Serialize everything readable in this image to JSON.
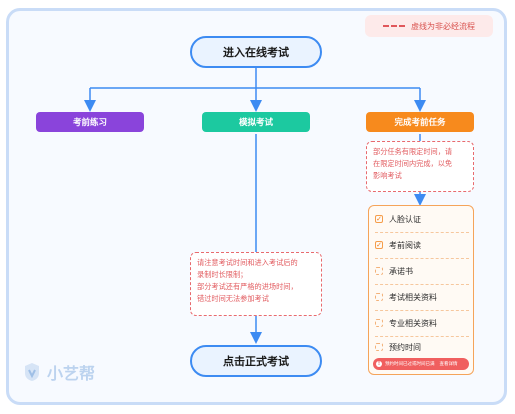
{
  "legend": {
    "text": "虚线为非必经流程",
    "dash_color": "#e0575b"
  },
  "start": {
    "label": "进入在线考试"
  },
  "end": {
    "label": "点击正式考试"
  },
  "branches": [
    {
      "label": "考前练习",
      "color": "#8a44db"
    },
    {
      "label": "模拟考试",
      "color": "#1cc9a0"
    },
    {
      "label": "完成考前任务",
      "color": "#f78a1d"
    }
  ],
  "notes": {
    "simulation": "请注意考试时间和进入考试后的\n录制时长限制；\n部分考试还有严格的进场时间，\n错过时间无法参加考试",
    "tasks": "部分任务有限定时间，请\n在限定时间内完成，以免\n影响考试"
  },
  "tasks": [
    {
      "label": "人脸认证",
      "status": "done"
    },
    {
      "label": "考前阅读",
      "status": "done"
    },
    {
      "label": "承诺书",
      "status": "pending"
    },
    {
      "label": "考试相关资料",
      "status": "pending"
    },
    {
      "label": "专业相关资料",
      "status": "pending"
    },
    {
      "label": "预约时间",
      "status": "pending"
    }
  ],
  "warning": {
    "text": "预约时间已过或时间已满",
    "action": "查看详情"
  },
  "logo": {
    "text": "小艺帮"
  },
  "colors": {
    "accent_blue": "#3d8bf2",
    "note_red": "#e86a6e"
  }
}
